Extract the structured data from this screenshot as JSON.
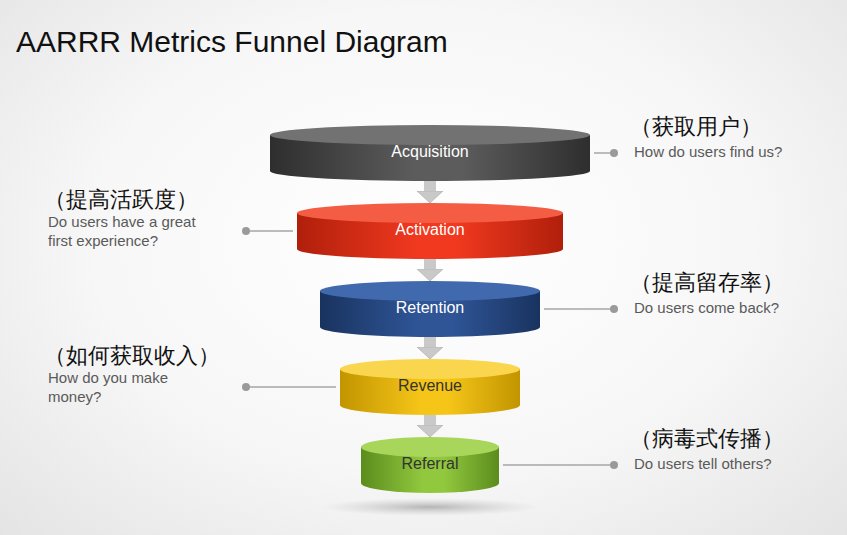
{
  "diagram": {
    "title": "AARRR Metrics Funnel Diagram",
    "nodes": [
      {
        "text": [
          "Acquisition"
        ]
      },
      {
        "text": [
          "Activation"
        ]
      },
      {
        "text": [
          "Retention"
        ]
      },
      {
        "text": [
          "Revenue"
        ]
      },
      {
        "text": [
          "Referral"
        ]
      }
    ],
    "edges": [
      {
        "from": 0,
        "to": 1,
        "arrow": "to"
      },
      {
        "from": 1,
        "to": 2,
        "arrow": "to"
      },
      {
        "from": 2,
        "to": 3,
        "arrow": "to"
      },
      {
        "from": 3,
        "to": 4,
        "arrow": "to"
      }
    ],
    "labels": [
      "（获取用户）",
      "How do users find us?",
      "（提高活跃度）",
      "Do users have a great first experience?",
      "（提高留存率）",
      "Do users come back?",
      "（如何获取收入）",
      "How do you make money?",
      "（病毒式传播）",
      "Do users tell others?"
    ]
  }
}
